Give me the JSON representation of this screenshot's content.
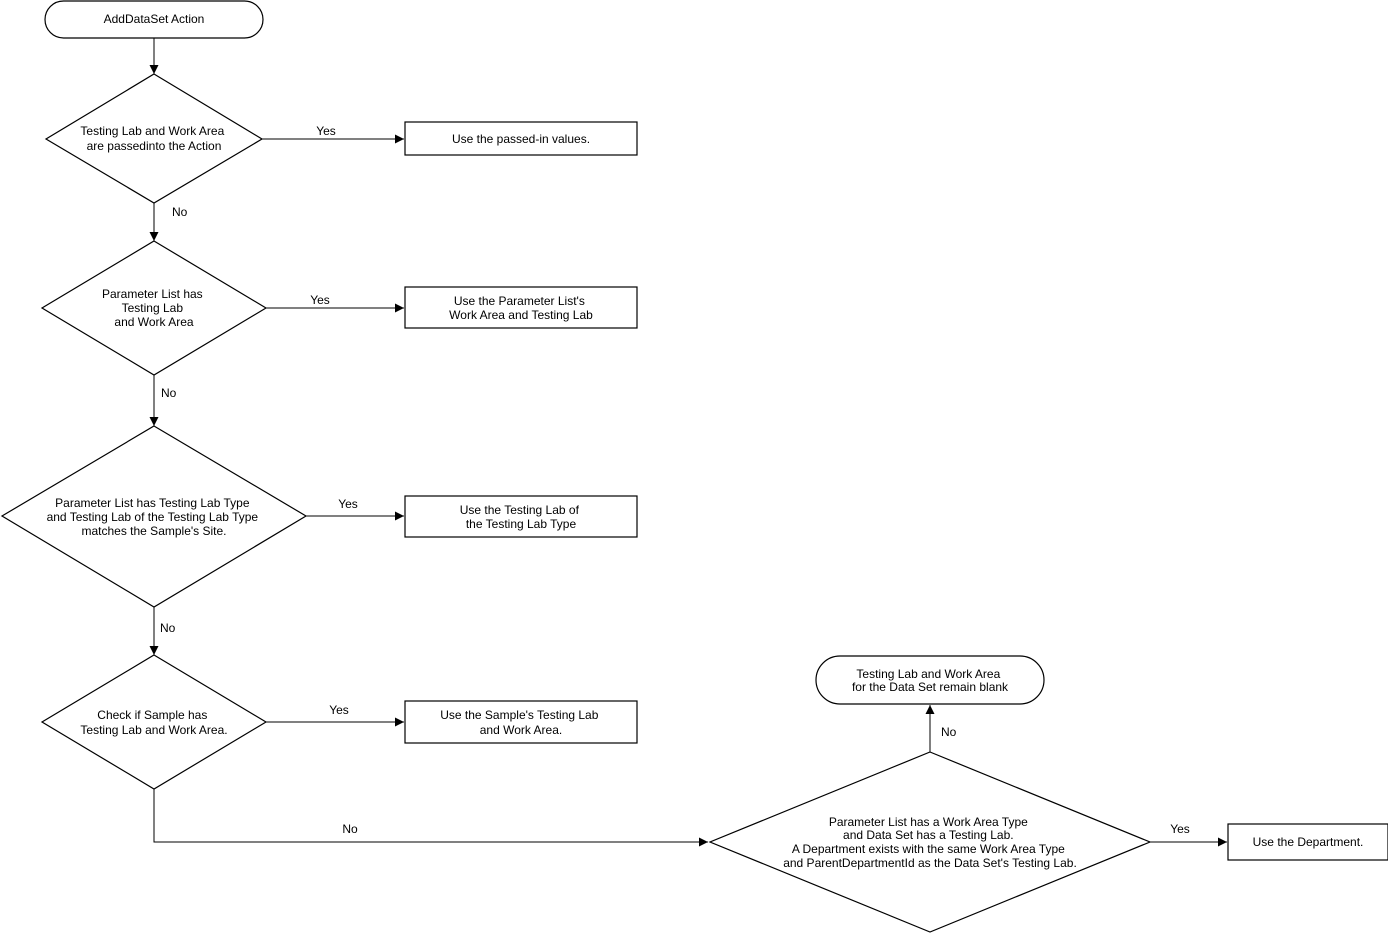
{
  "start": {
    "text": "AddDataSet Action"
  },
  "decisions": {
    "passed_in": {
      "lines": [
        "Testing Lab and Work Area",
        "are passedinto the Action"
      ]
    },
    "param_list": {
      "lines": [
        "Parameter List has",
        "Testing Lab",
        "and Work Area"
      ]
    },
    "lab_type": {
      "lines": [
        "Parameter List has Testing Lab Type",
        "and Testing Lab of the Testing Lab Type",
        "matches the Sample's Site."
      ]
    },
    "sample": {
      "lines": [
        "Check if Sample has",
        "Testing Lab and Work Area."
      ]
    },
    "department": {
      "lines": [
        "Parameter List has a Work Area Type",
        "and Data Set has a Testing Lab.",
        "A Department exists with the same Work Area Type",
        "and ParentDepartmentId as the Data Set's Testing Lab."
      ]
    }
  },
  "actions": {
    "passed_values": {
      "lines": [
        "Use the passed-in values."
      ]
    },
    "param_list_values": {
      "lines": [
        "Use the Parameter List's",
        "Work Area and Testing Lab"
      ]
    },
    "lab_type_values": {
      "lines": [
        "Use the Testing Lab of",
        "the Testing Lab Type"
      ]
    },
    "sample_values": {
      "lines": [
        "Use the Sample's Testing Lab",
        "and Work Area."
      ]
    },
    "department_values": {
      "lines": [
        "Use the Department."
      ]
    }
  },
  "end": {
    "lines": [
      "Testing Lab and Work Area",
      "for the Data Set remain blank"
    ]
  },
  "edge_labels": {
    "yes_1": "Yes",
    "no_1": "No",
    "yes_2": "Yes",
    "no_2": "No",
    "yes_3": "Yes",
    "no_3": "No",
    "yes_4": "Yes",
    "no_4": "No",
    "yes_5": "Yes",
    "no_5": "No"
  }
}
